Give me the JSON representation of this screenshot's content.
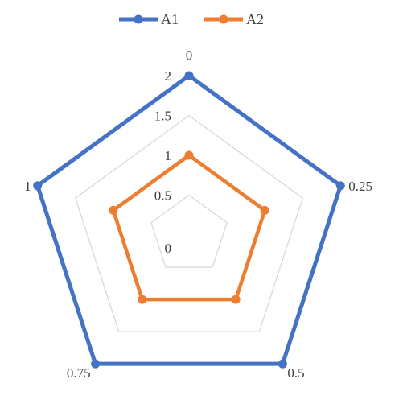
{
  "chart_data": {
    "type": "radar",
    "categories": [
      "0",
      "0.25",
      "0.5",
      "0.75",
      "1"
    ],
    "series": [
      {
        "name": "A1",
        "values": [
          2,
          2,
          2,
          2,
          2
        ],
        "color": "#4472C4"
      },
      {
        "name": "A2",
        "values": [
          1,
          1,
          1,
          1,
          1
        ],
        "color": "#ED7D31"
      }
    ],
    "radial_ticks": [
      "0",
      "0.5",
      "1",
      "1.5",
      "2"
    ],
    "rlim": [
      0,
      2
    ],
    "grid": true,
    "legend": "top"
  }
}
